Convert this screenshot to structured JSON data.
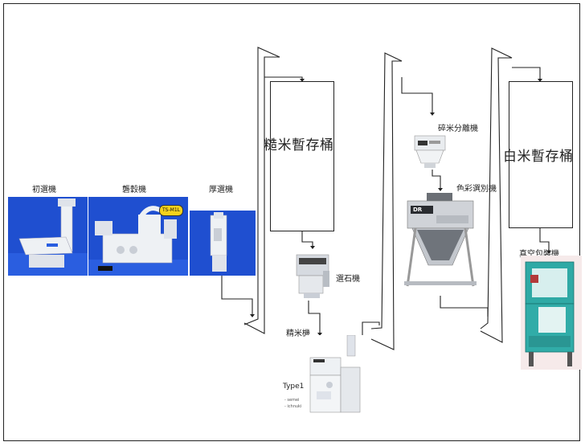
{
  "machines": {
    "pre_cleaner": "初選機",
    "husker": "礱穀機",
    "thickness_grader": "厚選機",
    "destoner": "選石機",
    "rice_polisher": "精米機",
    "broken_rice_separator": "碎米分離機",
    "color_sorter": "色彩選別機",
    "vacuum_packer": "真空包裝機"
  },
  "tanks": {
    "brown_rice_tank": "糙米暫存桶",
    "white_rice_tank": "白米暫存桶"
  },
  "badge": "TS-M1L",
  "color_sorter_brand": "DR",
  "polisher_type": {
    "title": "Type1",
    "line1": "- semei",
    "line2": "- ichnuki"
  },
  "colors": {
    "photo_blue": "#1f4fd0",
    "machine_white": "#eef1f4",
    "line": "#222222"
  }
}
